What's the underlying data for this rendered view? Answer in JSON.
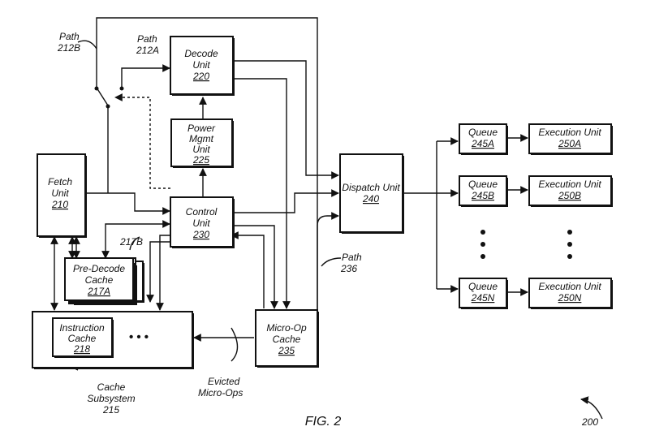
{
  "figure": {
    "caption": "FIG. 2",
    "ref": "200"
  },
  "blocks": {
    "decode": {
      "line1": "Decode",
      "line2": "Unit",
      "num": "220"
    },
    "power": {
      "line1": "Power",
      "line2": "Mgmt",
      "line3": "Unit",
      "num": "225"
    },
    "control": {
      "line1": "Control",
      "line2": "Unit",
      "num": "230"
    },
    "fetch": {
      "line1": "Fetch",
      "line2": "Unit",
      "num": "210"
    },
    "predecode": {
      "line1": "Pre-Decode",
      "line2": "Cache",
      "num": "217A",
      "stack_ref": "217B"
    },
    "icache": {
      "line1": "Instruction",
      "line2": "Cache",
      "num": "218",
      "ellipsis": "• • •"
    },
    "cache_subsystem": {
      "line1": "Cache",
      "line2": "Subsystem",
      "num": "215"
    },
    "microop": {
      "line1": "Micro-Op",
      "line2": "Cache",
      "num": "235"
    },
    "dispatch": {
      "line1": "Dispatch Unit",
      "num": "240"
    }
  },
  "queues": [
    {
      "label": "Queue",
      "num": "245A"
    },
    {
      "label": "Queue",
      "num": "245B"
    },
    {
      "label": "Queue",
      "num": "245N"
    }
  ],
  "exec_units": [
    {
      "label": "Execution Unit",
      "num": "250A"
    },
    {
      "label": "Execution Unit",
      "num": "250B"
    },
    {
      "label": "Execution Unit",
      "num": "250N"
    }
  ],
  "paths": {
    "p212b": {
      "line1": "Path",
      "line2": "212B"
    },
    "p212a": {
      "line1": "Path",
      "line2": "212A"
    },
    "p236": {
      "line1": "Path",
      "line2": "236"
    }
  },
  "evicted": {
    "line1": "Evicted",
    "line2": "Micro-Ops"
  }
}
